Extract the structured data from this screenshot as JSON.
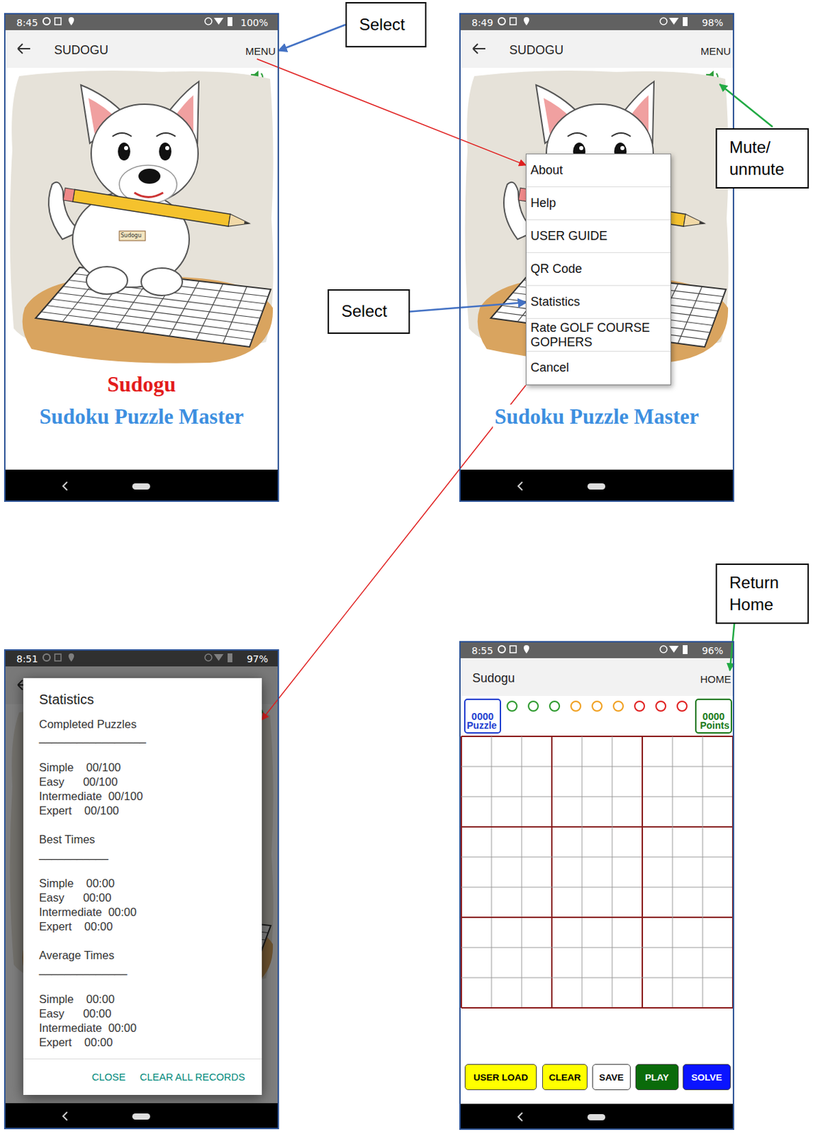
{
  "diagram": {
    "nodes": [
      {
        "text": [
          "Select"
        ]
      },
      {
        "text": [
          "8:45",
          "100%",
          "SUDOGU",
          "Sudogu",
          "Sudoku Puzzle Master"
        ]
      },
      {
        "text": [
          "MENU"
        ],
        "in": 1
      },
      {
        "text": [
          "8:49",
          "98%",
          "SUDOGU",
          "MENU",
          "Sudoku Puzzle Master"
        ]
      },
      {
        "in": 3
      },
      {
        "text": [
          "About"
        ],
        "in": 4
      },
      {
        "text": [
          "Help"
        ],
        "in": 4
      },
      {
        "text": [
          "USER GUIDE"
        ],
        "in": 4
      },
      {
        "text": [
          "QR Code"
        ],
        "in": 4
      },
      {
        "text": [
          "Statistics"
        ],
        "in": 4
      },
      {
        "text": [
          "Rate GOLF COURSE GOPHERS"
        ],
        "in": 4
      },
      {
        "text": [
          "Cancel"
        ],
        "in": 4
      },
      {
        "text": [
          "Select"
        ]
      },
      {
        "text": [
          "Mute/ unmute"
        ]
      },
      {
        "text": [
          "8:51",
          "97%"
        ]
      },
      {
        "text": [
          "Statistics",
          "Completed Puzzles",
          "_________________",
          "Simple    00/100",
          "Easy      00/100",
          "Intermediate  00/100",
          "Expert    00/100",
          "Best Times",
          "___________",
          "Simple    00:00",
          "Easy      00:00",
          "Intermediate  00:00",
          "Expert    00:00",
          "Average Times",
          "______________",
          "Simple    00:00",
          "Easy      00:00",
          "Intermediate  00:00",
          "Expert    00:00",
          "CLOSE",
          "CLEAR ALL RECORDS"
        ],
        "in": 14
      },
      {
        "text": [
          "8:55",
          "96%",
          "Sudogu"
        ]
      },
      {
        "text": [
          "HOME"
        ],
        "in": 16
      },
      {
        "text": [
          "0000",
          "Puzzle"
        ],
        "in": 16
      },
      {
        "text": [
          "0000",
          "Points"
        ],
        "in": 16
      },
      {
        "text": [
          "USER LOAD"
        ],
        "in": 16
      },
      {
        "text": [
          "CLEAR"
        ],
        "in": 16
      },
      {
        "text": [
          "SAVE"
        ],
        "in": 16
      },
      {
        "text": [
          "PLAY"
        ],
        "in": 16
      },
      {
        "text": [
          "SOLVE"
        ],
        "in": 16
      },
      {
        "text": [
          "Return Home"
        ]
      }
    ],
    "edges": [
      {
        "from": 0,
        "to": 2,
        "arrow": "to"
      },
      {
        "from": 2,
        "to": 4,
        "arrow": "to"
      },
      {
        "from": 12,
        "to": 9,
        "arrow": "to"
      },
      {
        "from": 4,
        "to": 15,
        "arrow": "to"
      },
      {
        "from": 25,
        "to": 17,
        "arrow": "to"
      }
    ],
    "labels": [
      "Sudogu"
    ]
  }
}
